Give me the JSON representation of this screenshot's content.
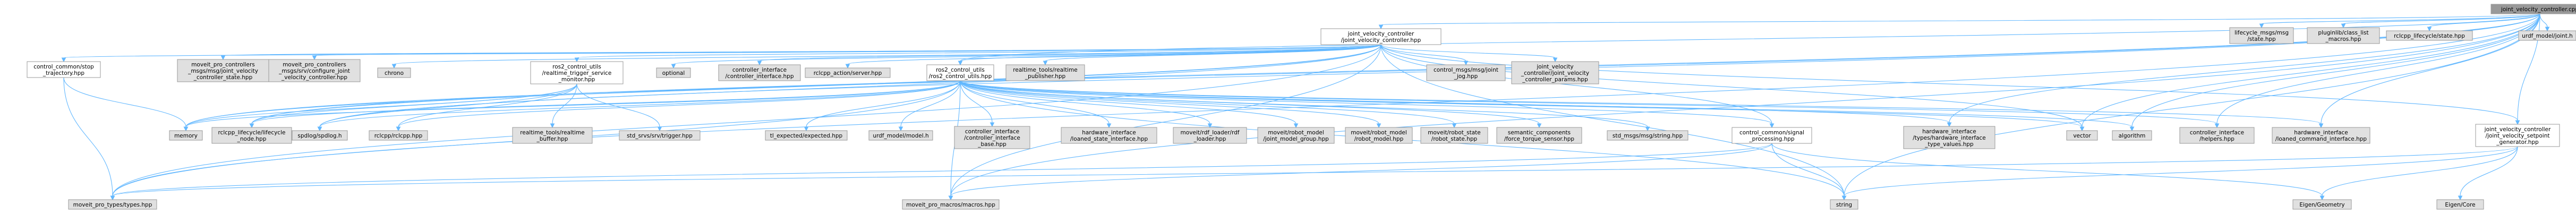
{
  "colors": {
    "root_fill": "#999999",
    "local_fill": "#ffffff",
    "system_fill": "#e0e0e0",
    "border": "#999999",
    "edge": "#63b8ff"
  },
  "nodes": [
    {
      "id": "root",
      "kind": "root",
      "label": [
        "joint_velocity_controller.cpp"
      ]
    },
    {
      "id": "jvc_hpp",
      "kind": "local",
      "label": [
        "joint_velocity_controller",
        "/joint_velocity_controller.hpp"
      ]
    },
    {
      "id": "memory",
      "kind": "system",
      "label": [
        "memory"
      ]
    },
    {
      "id": "vector",
      "kind": "system",
      "label": [
        "vector"
      ]
    },
    {
      "id": "algorithm",
      "kind": "system",
      "label": [
        "algorithm"
      ]
    },
    {
      "id": "string",
      "kind": "system",
      "label": [
        "string"
      ]
    },
    {
      "id": "types",
      "kind": "system",
      "label": [
        "moveit_pro_types/types.hpp"
      ]
    },
    {
      "id": "macros",
      "kind": "system",
      "label": [
        "moveit_pro_macros/macros.hpp"
      ]
    },
    {
      "id": "stop_traj",
      "kind": "local",
      "label": [
        "control_common/stop",
        "_trajectory.hpp"
      ]
    },
    {
      "id": "ctrl_state",
      "kind": "system",
      "label": [
        "moveit_pro_controllers",
        "_msgs/msg/joint_velocity",
        "_controller_state.hpp"
      ]
    },
    {
      "id": "configure",
      "kind": "system",
      "label": [
        "moveit_pro_controllers",
        "_msgs/srv/configure_joint",
        "_velocity_controller.hpp"
      ]
    },
    {
      "id": "chrono",
      "kind": "system",
      "label": [
        "chrono"
      ]
    },
    {
      "id": "trigger_mon",
      "kind": "local",
      "label": [
        "ros2_control_utils",
        "/realtime_trigger_service",
        "_monitor.hpp"
      ]
    },
    {
      "id": "optional",
      "kind": "system",
      "label": [
        "optional"
      ]
    },
    {
      "id": "ci_controller",
      "kind": "system",
      "label": [
        "controller_interface",
        "/controller_interface.hpp"
      ]
    },
    {
      "id": "rclcpp_action",
      "kind": "system",
      "label": [
        "rclcpp_action/server.hpp"
      ]
    },
    {
      "id": "r2c_utils",
      "kind": "local",
      "label": [
        "ros2_control_utils",
        "/ros2_control_utils.hpp"
      ]
    },
    {
      "id": "rt_publisher",
      "kind": "system",
      "label": [
        "realtime_tools/realtime",
        "_publisher.hpp"
      ]
    },
    {
      "id": "jog",
      "kind": "system",
      "label": [
        "control_msgs/msg/joint",
        "_jog.hpp"
      ]
    },
    {
      "id": "params",
      "kind": "system",
      "label": [
        "joint_velocity",
        "_controller/joint_velocity",
        "_controller_params.hpp"
      ]
    },
    {
      "id": "lifecycle_state",
      "kind": "system",
      "label": [
        "lifecycle_msgs/msg",
        "/state.hpp"
      ]
    },
    {
      "id": "pluginlib",
      "kind": "system",
      "label": [
        "pluginlib/class_list",
        "_macros.hpp"
      ]
    },
    {
      "id": "rclcpp_lc_state",
      "kind": "system",
      "label": [
        "rclcpp_lifecycle/state.hpp"
      ]
    },
    {
      "id": "urdf_joint",
      "kind": "system",
      "label": [
        "urdf_model/joint.h"
      ]
    },
    {
      "id": "rclcpp_lc_node",
      "kind": "system",
      "label": [
        "rclcpp_lifecycle/lifecycle",
        "_node.hpp"
      ]
    },
    {
      "id": "spdlog",
      "kind": "system",
      "label": [
        "spdlog/spdlog.h"
      ]
    },
    {
      "id": "rclcpp",
      "kind": "system",
      "label": [
        "rclcpp/rclcpp.hpp"
      ]
    },
    {
      "id": "rt_buffer",
      "kind": "system",
      "label": [
        "realtime_tools/realtime",
        "_buffer.hpp"
      ]
    },
    {
      "id": "srv_trigger",
      "kind": "system",
      "label": [
        "std_srvs/srv/trigger.hpp"
      ]
    },
    {
      "id": "tl_expected",
      "kind": "system",
      "label": [
        "tl_expected/expected.hpp"
      ]
    },
    {
      "id": "urdf_model",
      "kind": "system",
      "label": [
        "urdf_model/model.h"
      ]
    },
    {
      "id": "ci_base",
      "kind": "system",
      "label": [
        "controller_interface",
        "/controller_interface",
        "_base.hpp"
      ]
    },
    {
      "id": "loaned_state",
      "kind": "system",
      "label": [
        "hardware_interface",
        "/loaned_state_interface.hpp"
      ]
    },
    {
      "id": "urdf_loader",
      "kind": "system",
      "label": [
        "moveit/rdf_loader/rdf",
        "_loader.hpp"
      ]
    },
    {
      "id": "robot_model_group",
      "kind": "system",
      "label": [
        "moveit/robot_model",
        "/joint_model_group.hpp"
      ]
    },
    {
      "id": "robot_model",
      "kind": "system",
      "label": [
        "moveit/robot_model",
        "/robot_model.hpp"
      ]
    },
    {
      "id": "robot_state",
      "kind": "system",
      "label": [
        "moveit/robot_state",
        "/robot_state.hpp"
      ]
    },
    {
      "id": "force_torque",
      "kind": "system",
      "label": [
        "semantic_components",
        "/force_torque_sensor.hpp"
      ]
    },
    {
      "id": "std_string",
      "kind": "system",
      "label": [
        "std_msgs/msg/string.hpp"
      ]
    },
    {
      "id": "signal_proc",
      "kind": "local",
      "label": [
        "control_common/signal",
        "_processing.hpp"
      ]
    },
    {
      "id": "hw_types",
      "kind": "system",
      "label": [
        "hardware_interface",
        "/types/hardware_interface",
        "_type_values.hpp"
      ]
    },
    {
      "id": "ci_helpers",
      "kind": "system",
      "label": [
        "controller_interface",
        "/helpers.hpp"
      ]
    },
    {
      "id": "loaned_cmd",
      "kind": "system",
      "label": [
        "hardware_interface",
        "/loaned_command_interface.hpp"
      ]
    },
    {
      "id": "setpoint_gen",
      "kind": "local",
      "label": [
        "joint_velocity_controller",
        "/joint_velocity_setpoint",
        "_generator.hpp"
      ]
    },
    {
      "id": "eigen_geom",
      "kind": "system",
      "label": [
        "Eigen/Geometry"
      ]
    },
    {
      "id": "eigen_core",
      "kind": "system",
      "label": [
        "Eigen/Core"
      ]
    }
  ]
}
